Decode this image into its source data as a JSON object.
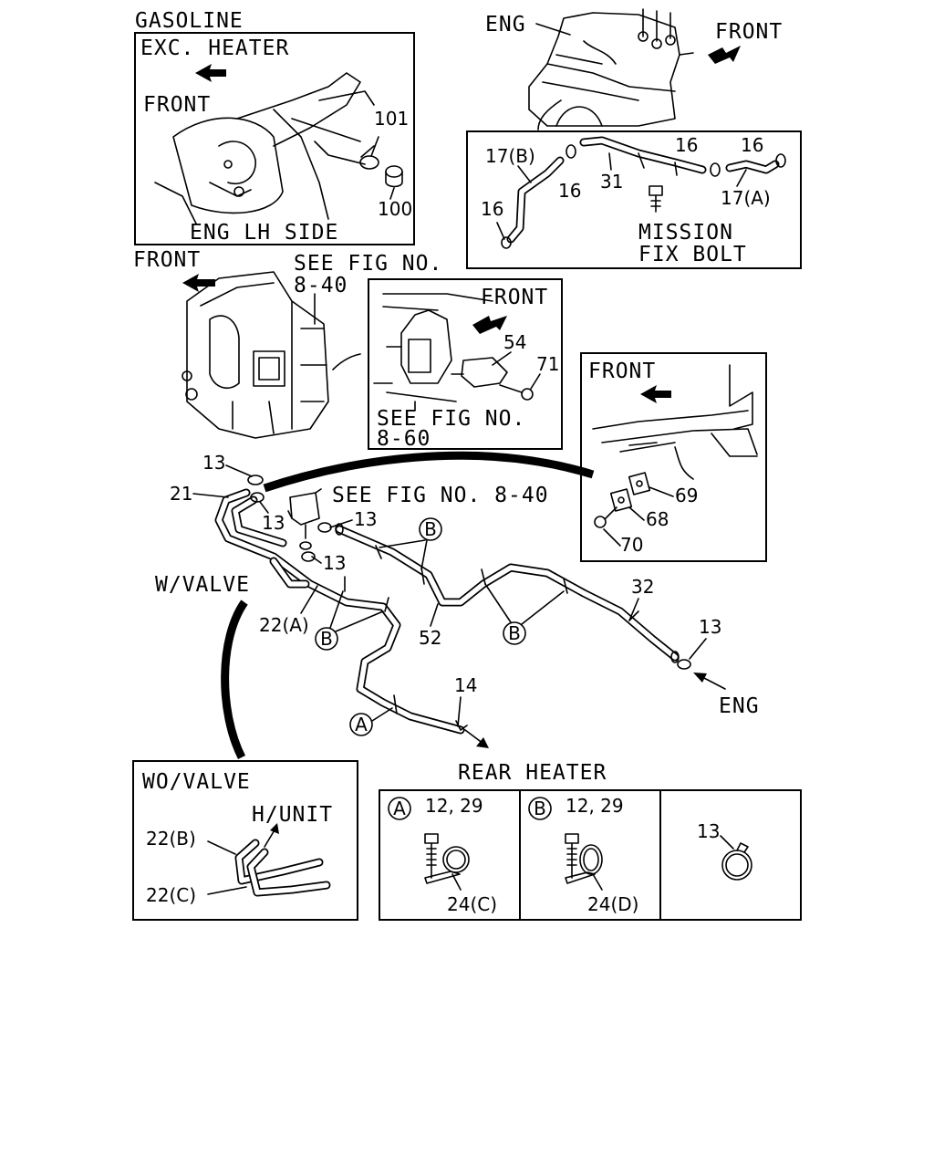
{
  "diagram": {
    "gasoline_label": "GASOLINE",
    "exc_heater": {
      "title": "EXC. HEATER",
      "front_label": "FRONT",
      "side_label": "ENG LH SIDE",
      "callouts": [
        "101",
        "100"
      ]
    },
    "engine_inset": {
      "eng_label": "ENG",
      "front_label": "FRONT",
      "callouts": [
        "17(B)",
        "16",
        "31",
        "16",
        "16",
        "17(A)",
        "16"
      ],
      "mission_bolt_line1": "MISSION",
      "mission_bolt_line2": "FIX BOLT"
    },
    "main": {
      "front_label": "FRONT",
      "see_fig_840_line1": "SEE FIG NO.",
      "see_fig_840_line2": "8-40",
      "see_fig_840_inline": "SEE FIG NO. 8-40",
      "w_valve": "W/VALVE",
      "callouts": {
        "c13a": "13",
        "c21": "21",
        "c13b": "13",
        "c13c": "13",
        "c13d": "13",
        "c22a": "22(A)",
        "c52": "52",
        "c32": "32",
        "c13e": "13",
        "c14": "14"
      },
      "eng_label": "ENG",
      "clip_letters": {
        "b1": "B",
        "b2": "B",
        "b3": "B",
        "a1": "A"
      }
    },
    "fig860_inset": {
      "front_label": "FRONT",
      "callouts": [
        "54",
        "71"
      ],
      "see_fig_line1": "SEE FIG NO.",
      "see_fig_line2": "8-60"
    },
    "floor_inset": {
      "front_label": "FRONT",
      "callouts": [
        "69",
        "68",
        "70"
      ]
    },
    "wo_valve": {
      "title": "WO/VALVE",
      "hunit_label": "H/UNIT",
      "callouts": [
        "22(B)",
        "22(C)"
      ]
    },
    "rear_heater": {
      "title": "REAR HEATER",
      "panel_a": {
        "letter": "A",
        "callout_top": "12, 29",
        "callout_bottom": "24(C)"
      },
      "panel_b": {
        "letter": "B",
        "callout_top": "12, 29",
        "callout_bottom": "24(D)"
      },
      "panel_c": {
        "callout": "13"
      }
    }
  }
}
